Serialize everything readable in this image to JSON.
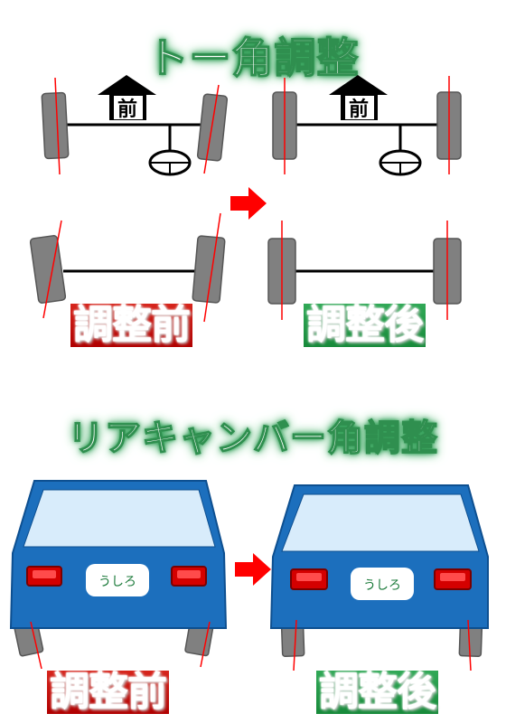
{
  "title_toe": "トー角調整",
  "title_camber": "リアキャンバー角調整",
  "forward_label": "前",
  "before_label": "調整前",
  "after_label": "調整後",
  "plate_text": "うしろ",
  "colors": {
    "tire": "#7f7f7f",
    "axle": "#000000",
    "alignment_line": "#ff0000",
    "car_body": "#1c6fbd",
    "car_window": "#d8ecfb",
    "tail_light": "#d40000",
    "arrow": "#ff0000",
    "before_badge": "#c00000",
    "after_badge": "#1f9a44",
    "title_glow": "#2f9a55"
  }
}
